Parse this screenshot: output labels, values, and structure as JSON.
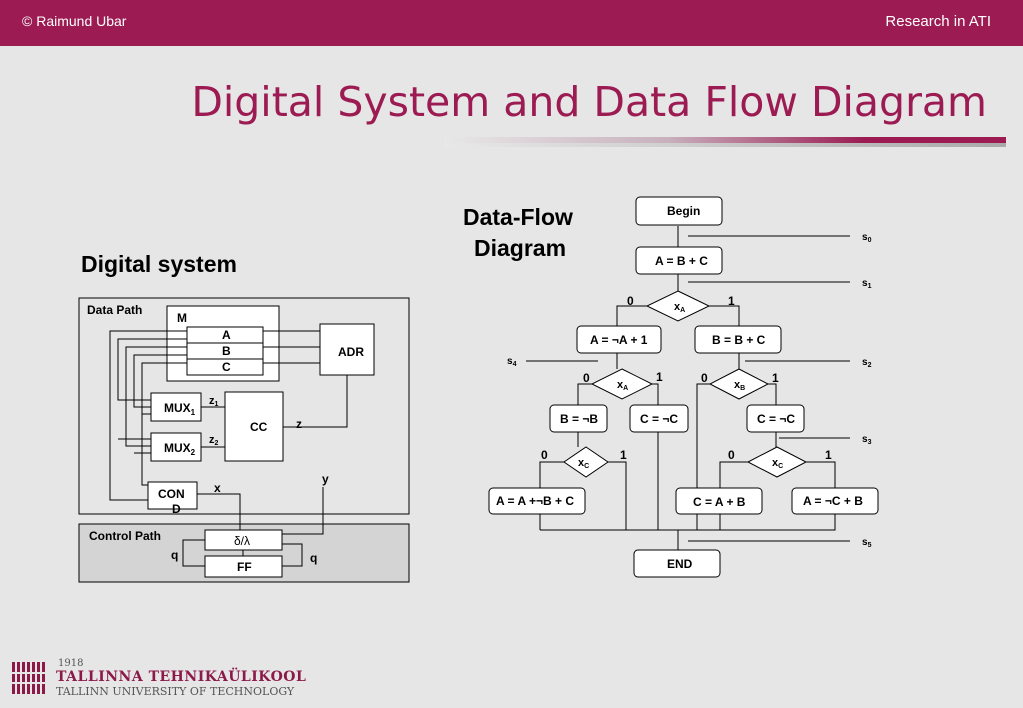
{
  "header": {
    "copyright": "© Raimund Ubar",
    "section": "Research in ATI"
  },
  "title": "Digital System and Data Flow Diagram",
  "digital_system": {
    "heading": "Digital system",
    "data_path": "Data Path",
    "control_path": "Control Path",
    "m": "M",
    "a": "A",
    "b": "B",
    "c": "C",
    "adr": "ADR",
    "mux1": "MUX",
    "mux1_sub": "1",
    "mux2": "MUX",
    "mux2_sub": "2",
    "cc": "CC",
    "z1": "z",
    "z1_sub": "1",
    "z2": "z",
    "z2_sub": "2",
    "z": "z",
    "cond1": "CON",
    "cond2": "D",
    "x": "x",
    "y": "y",
    "delta": "δ/λ",
    "ff": "FF",
    "q_left": "q",
    "q_right": "q"
  },
  "dfd": {
    "heading_line1": "Data-Flow",
    "heading_line2": "Diagram",
    "begin": "Begin",
    "end": "END",
    "a_eq_b_plus_c": "A = B + C",
    "a_eq_not_a_plus_1": "A = ¬A + 1",
    "b_eq_b_plus_c": "B = B + C",
    "b_eq_not_b": "B = ¬B",
    "c_eq_not_c_left": "C = ¬C",
    "c_eq_not_c_right": "C = ¬C",
    "a_eq_a_plus_not_b_plus_c": "A = A +¬B + C",
    "c_eq_a_plus_b": "C = A + B",
    "a_eq_not_c_plus_b": "A = ¬C + B",
    "x": "x",
    "sub_a": "A",
    "sub_b": "B",
    "sub_c": "C",
    "zero": "0",
    "one": "1",
    "s": "s",
    "s0": "0",
    "s1": "1",
    "s2": "2",
    "s3": "3",
    "s4": "4",
    "s5": "5"
  },
  "footer": {
    "year": "1918",
    "name_et": "TALLINNA TEHNIKAÜLIKOOL",
    "name_en": "TALLINN UNIVERSITY OF TECHNOLOGY"
  }
}
